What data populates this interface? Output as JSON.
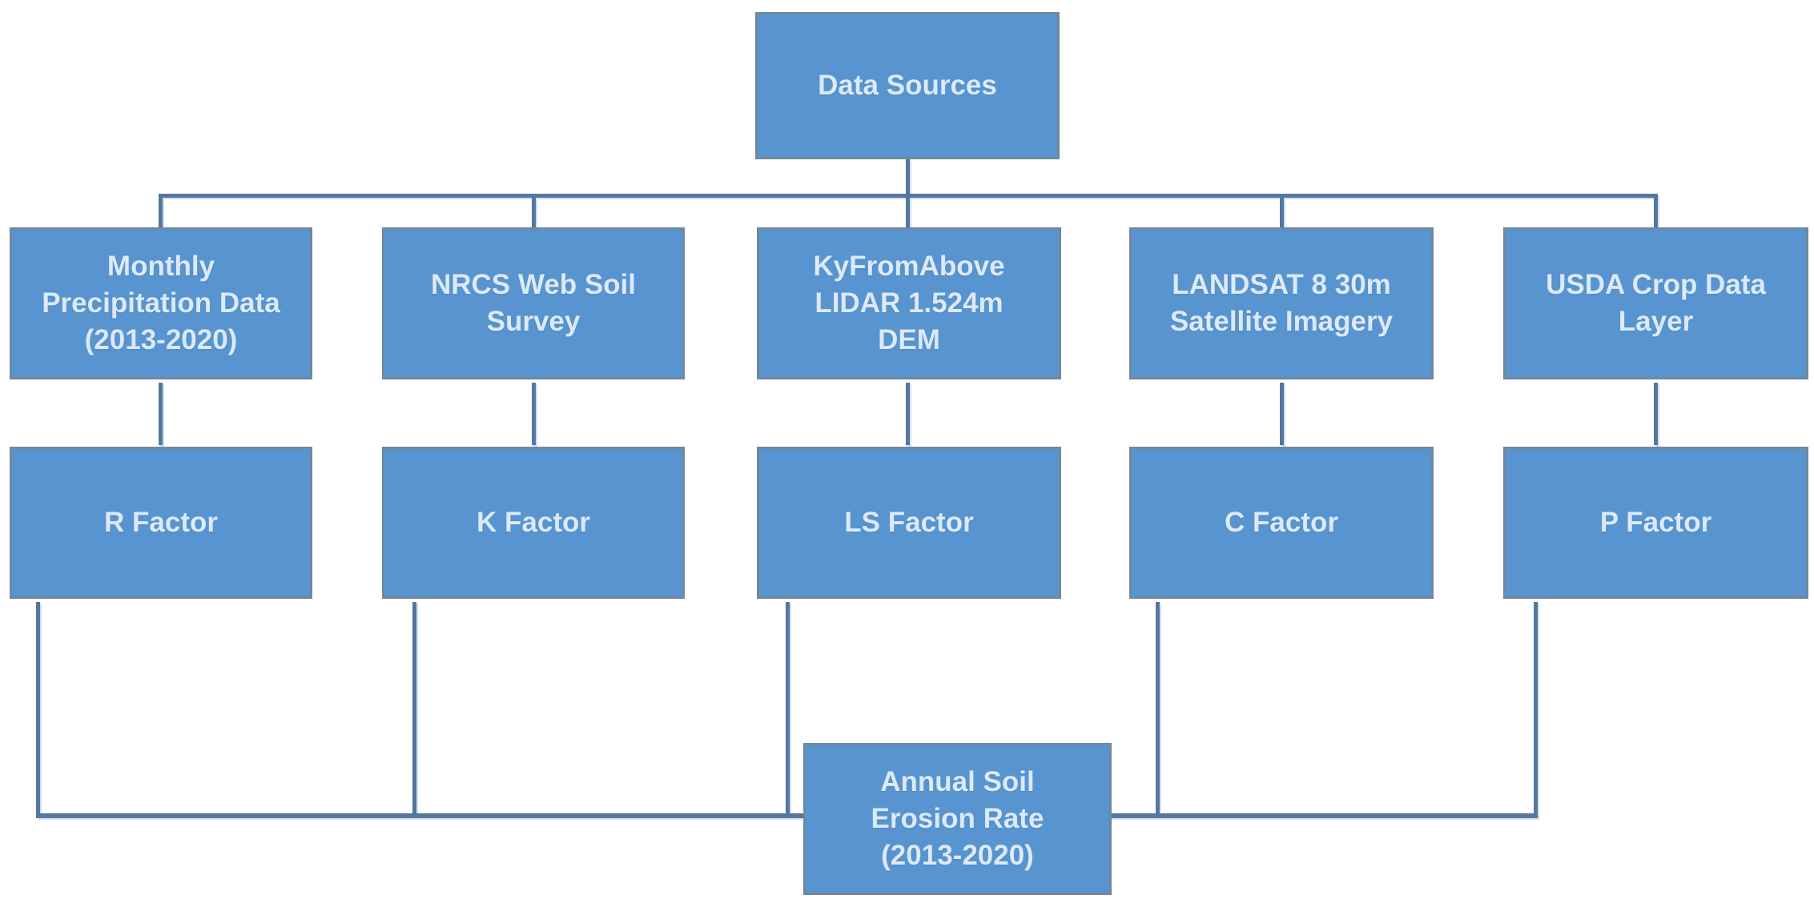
{
  "diagram": {
    "title": "Data sources to RUSLE factors flowchart",
    "root": {
      "label": "Data Sources"
    },
    "sources": [
      {
        "label": "Monthly\nPrecipitation Data\n(2013-2020)"
      },
      {
        "label": "NRCS Web Soil\nSurvey"
      },
      {
        "label": "KyFromAbove\nLIDAR 1.524m\nDEM"
      },
      {
        "label": "LANDSAT 8 30m\nSatellite Imagery"
      },
      {
        "label": "USDA Crop Data\nLayer"
      }
    ],
    "factors": [
      {
        "label": "R Factor"
      },
      {
        "label": "K Factor"
      },
      {
        "label": "LS Factor"
      },
      {
        "label": "C Factor"
      },
      {
        "label": "P Factor"
      }
    ],
    "output": {
      "label": "Annual Soil\nErosion Rate\n(2013-2020)"
    }
  },
  "colors": {
    "node_fill": "#5794D0",
    "node_border": "#71889E",
    "node_text": "#DCE9F7",
    "connector": "#53779E",
    "canvas_bg": "#FFFFFF"
  }
}
